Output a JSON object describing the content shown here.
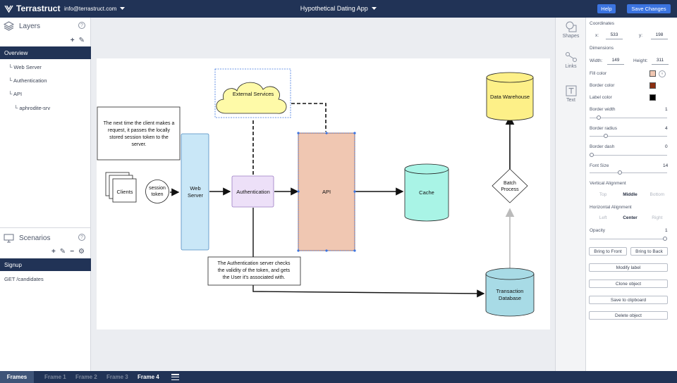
{
  "app": {
    "name": "Terrastruct",
    "account": "info@terrastruct.com",
    "document_title": "Hypothetical Dating App",
    "help_label": "Help",
    "save_label": "Save Changes"
  },
  "layers": {
    "title": "Layers",
    "selected": "Overview",
    "items": [
      "Web Server",
      "Authentication",
      "API",
      "aphrodite-srv"
    ]
  },
  "scenarios": {
    "title": "Scenarios",
    "selected": "Signup",
    "items": [
      "GET /candidates"
    ]
  },
  "tools": {
    "shapes": "Shapes",
    "links": "Links",
    "text": "Text"
  },
  "diagram": {
    "external_services": "External Services",
    "data_warehouse": "Data Warehouse",
    "note1": [
      "The next time the client makes a",
      "request, it passes the locally",
      "stored session token to the",
      "server."
    ],
    "clients": "Clients",
    "session_token": [
      "session",
      "token"
    ],
    "web_server": [
      "Web",
      "Server"
    ],
    "authentication": "Authentication",
    "api": "API",
    "cache": "Cache",
    "batch_process": [
      "Batch",
      "Process"
    ],
    "note2": [
      "The Authentication server checks",
      "the validity of the token, and gets",
      "the User it's associated with."
    ],
    "transaction_db": [
      "Transaction",
      "Database"
    ]
  },
  "properties": {
    "coordinates_label": "Coordinates",
    "x_label": "x:",
    "x": "533",
    "y_label": "y:",
    "y": "198",
    "dimensions_label": "Dimensions",
    "width_label": "Width:",
    "width": "149",
    "height_label": "Height:",
    "height": "311",
    "fill_label": "Fill color",
    "fill_color": "#f0c7b2",
    "border_color_label": "Border color",
    "border_color": "#8b2e10",
    "label_color_label": "Label color",
    "label_color": "#000000",
    "border_width_label": "Border width",
    "border_width": "1",
    "border_radius_label": "Border radius",
    "border_radius": "4",
    "border_dash_label": "Border dash",
    "border_dash": "0",
    "font_size_label": "Font Size",
    "font_size": "14",
    "valign_label": "Vertical Alignment",
    "valign_options": [
      "Top",
      "Middle",
      "Bottom"
    ],
    "valign_selected": "Middle",
    "halign_label": "Horizontal Alignment",
    "halign_options": [
      "Left",
      "Center",
      "Right"
    ],
    "halign_selected": "Center",
    "opacity_label": "Opacity",
    "opacity": "1",
    "bring_front": "Bring to Front",
    "bring_back": "Bring to Back",
    "modify_label": "Modify label",
    "clone": "Clone object",
    "save_clipboard": "Save to clipboard",
    "delete": "Delete object"
  },
  "frames": {
    "label": "Frames",
    "tabs": [
      "Frame 1",
      "Frame 2",
      "Frame 3",
      "Frame 4"
    ],
    "active": "Frame 4"
  }
}
